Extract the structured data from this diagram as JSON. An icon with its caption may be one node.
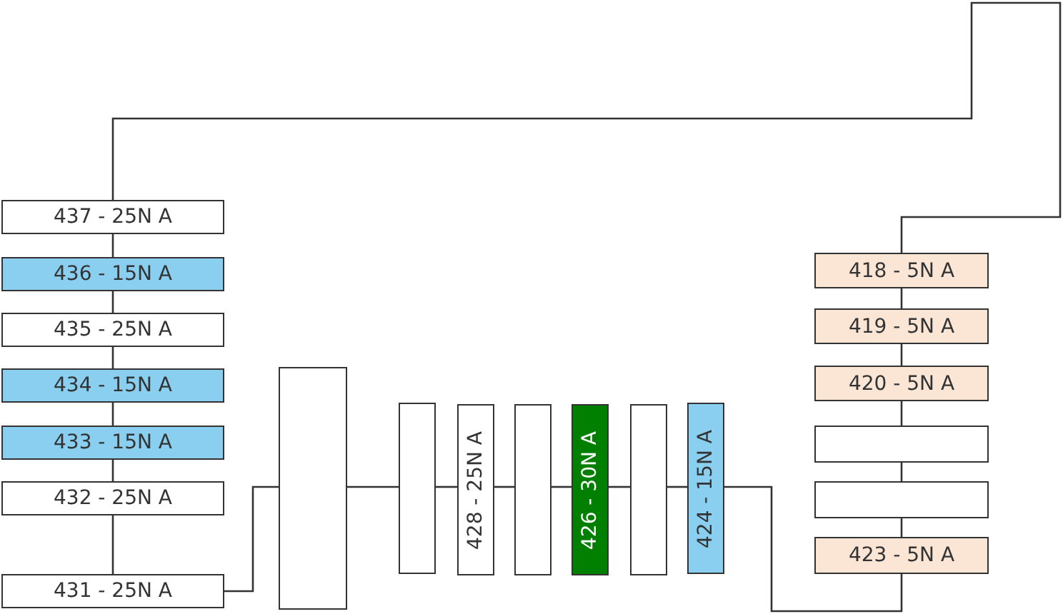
{
  "diagram": {
    "nodes": [
      {
        "text": [
          "437 - 25N A"
        ]
      },
      {
        "text": [
          "436 - 15N A"
        ]
      },
      {
        "text": [
          "435 - 25N A"
        ]
      },
      {
        "text": [
          "434 - 15N A"
        ]
      },
      {
        "text": [
          "433 - 15N A"
        ]
      },
      {
        "text": [
          "432 - 25N A"
        ]
      },
      {
        "text": [
          "431 - 25N A"
        ]
      },
      {
        "text": [],
        "shape": "box"
      },
      {
        "text": [],
        "shape": "box"
      },
      {
        "text": [
          "428 - 25N A"
        ]
      },
      {
        "text": [],
        "shape": "box"
      },
      {
        "text": [
          "426 - 30N A"
        ]
      },
      {
        "text": [],
        "shape": "box"
      },
      {
        "text": [
          "424 - 15N A"
        ]
      },
      {
        "text": [
          "418 - 5N A"
        ]
      },
      {
        "text": [
          "419 - 5N A"
        ]
      },
      {
        "text": [
          "420 - 5N A"
        ]
      },
      {
        "text": [],
        "shape": "box"
      },
      {
        "text": [],
        "shape": "box"
      },
      {
        "text": [
          "423 - 5N A"
        ]
      }
    ],
    "edges": [
      {
        "from": 0,
        "to": 1,
        "arrow": "none"
      },
      {
        "from": 1,
        "to": 2,
        "arrow": "none"
      },
      {
        "from": 2,
        "to": 3,
        "arrow": "none"
      },
      {
        "from": 3,
        "to": 4,
        "arrow": "none"
      },
      {
        "from": 4,
        "to": 5,
        "arrow": "none"
      },
      {
        "from": 5,
        "to": 6,
        "arrow": "none"
      },
      {
        "from": 6,
        "to": 7,
        "arrow": "none"
      },
      {
        "from": 7,
        "to": 8,
        "arrow": "none"
      },
      {
        "from": 8,
        "to": 9,
        "arrow": "none"
      },
      {
        "from": 9,
        "to": 10,
        "arrow": "none"
      },
      {
        "from": 10,
        "to": 11,
        "arrow": "none"
      },
      {
        "from": 11,
        "to": 12,
        "arrow": "none"
      },
      {
        "from": 12,
        "to": 13,
        "arrow": "none"
      },
      {
        "from": 13,
        "to": 19,
        "arrow": "none"
      },
      {
        "from": 19,
        "to": 18,
        "arrow": "none"
      },
      {
        "from": 18,
        "to": 17,
        "arrow": "none"
      },
      {
        "from": 17,
        "to": 16,
        "arrow": "none"
      },
      {
        "from": 16,
        "to": 15,
        "arrow": "none"
      },
      {
        "from": 15,
        "to": 14,
        "arrow": "none"
      },
      {
        "from": 14,
        "to": 0,
        "arrow": "none"
      }
    ]
  }
}
